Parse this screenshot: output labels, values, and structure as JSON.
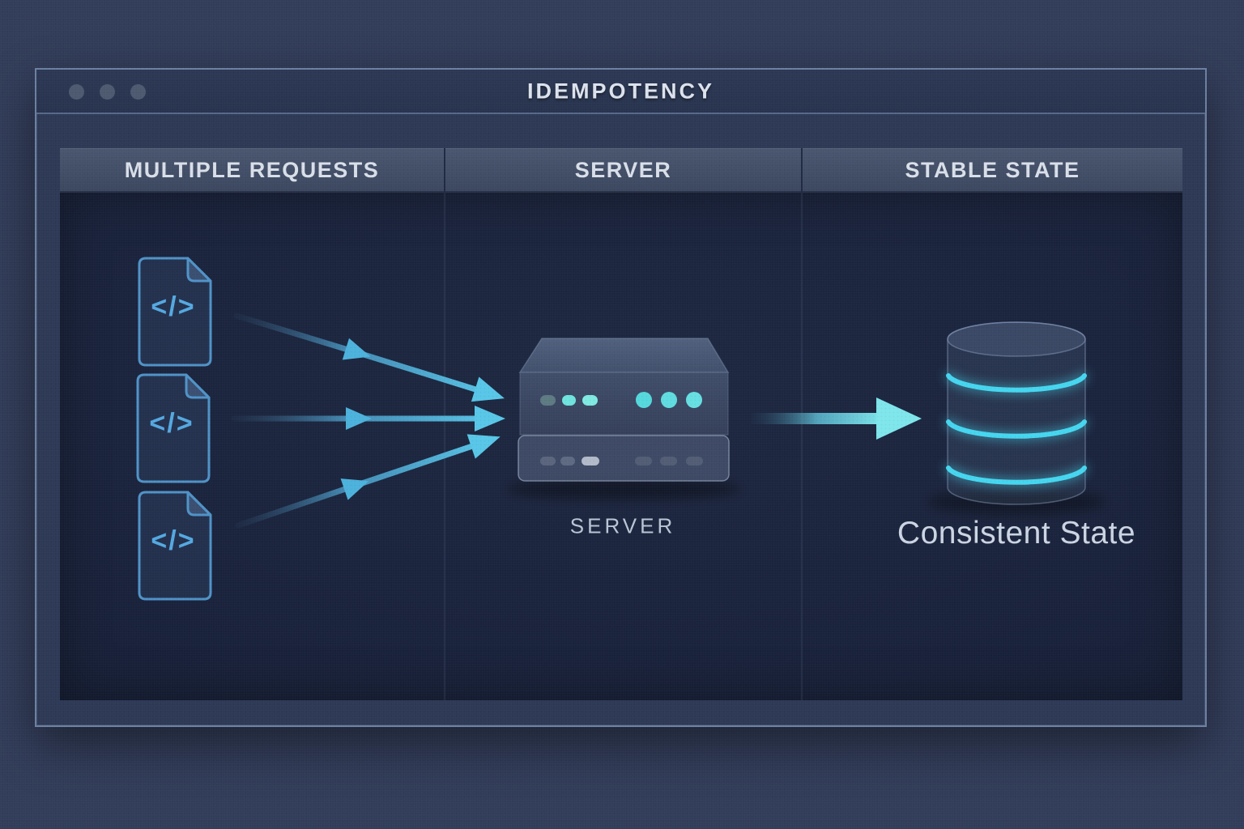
{
  "window": {
    "title": "IDEMPOTENCY"
  },
  "header": {
    "columns": [
      {
        "label": "MULTIPLE REQUESTS"
      },
      {
        "label": "SERVER"
      },
      {
        "label": "STABLE STATE"
      }
    ]
  },
  "diagram": {
    "requests": {
      "icon": "code-file-icon",
      "glyph": "</>",
      "count": 3
    },
    "server": {
      "icon": "server-icon",
      "label": "SERVER"
    },
    "state": {
      "icon": "database-icon",
      "label": "Consistent State"
    }
  },
  "colors": {
    "page_bg": "#323d5a",
    "window_bg": "#2d3955",
    "titlebar_bg": "#2a3551",
    "header_bg": "#424e68",
    "panel_bg": "#18213a",
    "title_text": "#dde3ee",
    "doc_stroke": "#4f93c8",
    "doc_glyph": "#54a9e1",
    "arrow_head": "#58c6e8",
    "arrow_big": "#7ee6ec",
    "server_face": "#3d4a66",
    "indicator_cyan": "#6fe3de",
    "db_stripe_glow": "#45d6ef"
  }
}
